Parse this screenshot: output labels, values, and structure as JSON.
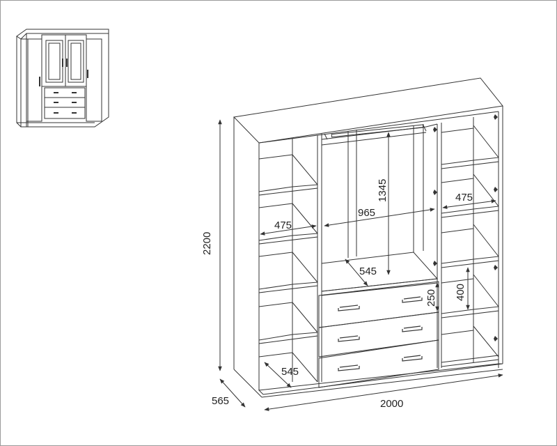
{
  "dimensions": {
    "total_height": "2200",
    "depth": "565",
    "total_width": "2000",
    "rail_height": "1345",
    "center_width": "965",
    "side_shelf_width_left": "475",
    "side_shelf_width_right": "475",
    "center_shelf_depth": "545",
    "drawer_height": "250",
    "shelf_spacing": "400",
    "bottom_depth": "545"
  },
  "colors": {
    "line": "#333333",
    "background": "#ffffff",
    "frame": "#9a9a9a"
  }
}
